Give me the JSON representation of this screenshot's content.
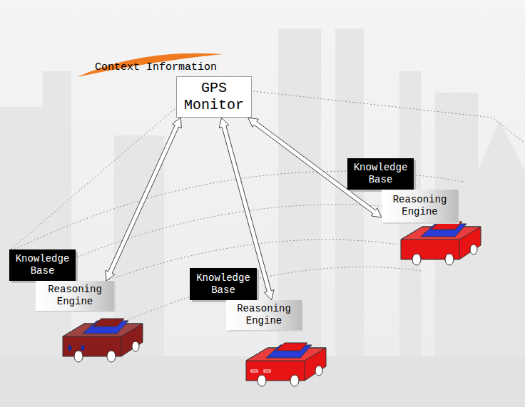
{
  "diagram": {
    "nodes": [
      {
        "text": [
          "GPS Monitor"
        ]
      },
      {
        "text": [
          "Knowledge Base"
        ]
      },
      {
        "text": [
          "Reasoning Engine"
        ]
      },
      {
        "text": [
          "Knowledge Base"
        ]
      },
      {
        "text": [
          "Reasoning Engine"
        ]
      },
      {
        "text": [
          "Knowledge Base"
        ]
      },
      {
        "text": [
          "Reasoning Engine"
        ]
      }
    ],
    "edges": [
      {
        "from": 0,
        "to": 4,
        "arrow": "both"
      },
      {
        "from": 0,
        "to": 6,
        "arrow": "both"
      },
      {
        "from": 0,
        "to": 2,
        "arrow": "both"
      }
    ],
    "labels": [
      "Context Information"
    ]
  }
}
